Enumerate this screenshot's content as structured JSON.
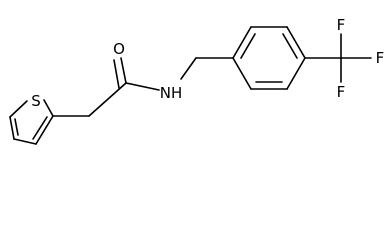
{
  "molecule": {
    "atoms": {
      "sulfur": "S",
      "oxygen": "O",
      "amide_nitrogen": "NH",
      "fluorine_top": "F",
      "fluorine_right": "F",
      "fluorine_bottom": "F"
    }
  },
  "colors": {
    "bond": "#000000",
    "background": "#ffffff"
  }
}
